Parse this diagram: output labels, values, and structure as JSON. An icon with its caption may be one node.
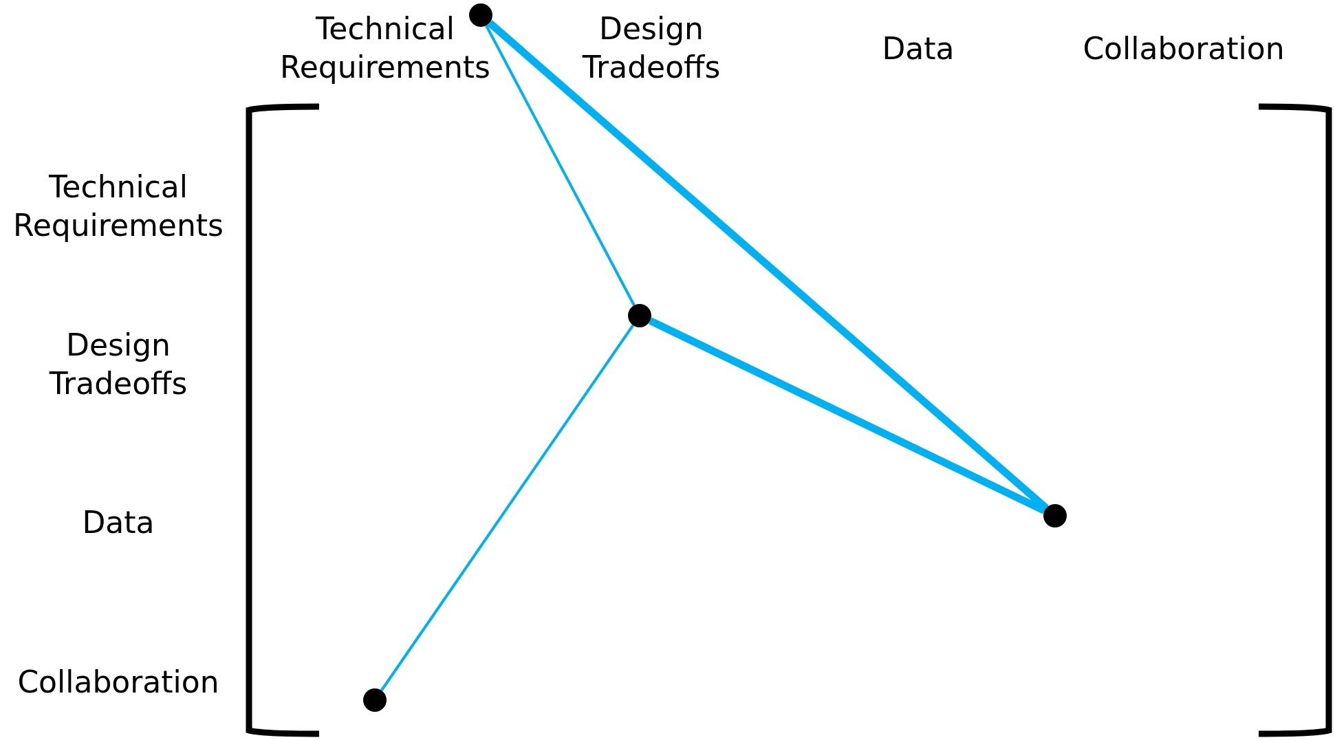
{
  "diagram": {
    "nodes": [
      {
        "text": [],
        "shape": "circle"
      },
      {
        "text": [],
        "shape": "circle"
      },
      {
        "text": [],
        "shape": "circle"
      },
      {
        "text": [],
        "shape": "circle"
      }
    ],
    "edges": [
      {
        "from": 0,
        "to": 1,
        "arrow": "none"
      },
      {
        "from": 0,
        "to": 2,
        "arrow": "none",
        "style": "thick"
      },
      {
        "from": 1,
        "to": 2,
        "arrow": "none",
        "style": "thick"
      },
      {
        "from": 1,
        "to": 3,
        "arrow": "none"
      }
    ],
    "labels": [
      "Technical Requirements",
      "Design Tradeoffs",
      "Data",
      "Collaboration",
      "Technical Requirements",
      "Design Tradeoffs",
      "Data",
      "Collaboration"
    ]
  }
}
